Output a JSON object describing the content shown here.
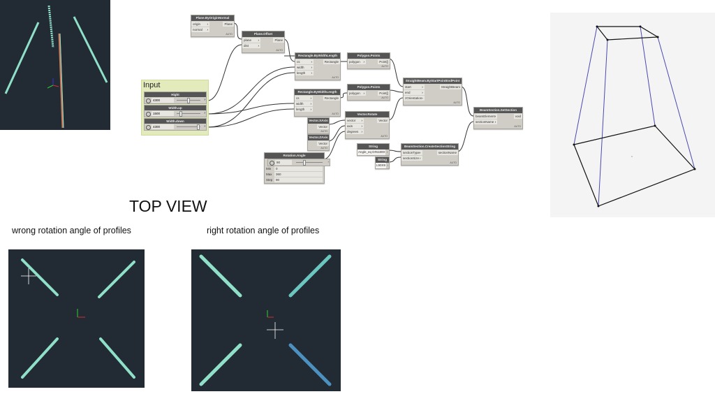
{
  "input_group": {
    "title": "Input"
  },
  "sliders": [
    {
      "name": "Hight",
      "value": "4300",
      "fraction": 0.45
    },
    {
      "name": "Width.up",
      "value": "1500",
      "fraction": 0.12
    },
    {
      "name": "Width.down",
      "value": "4300",
      "fraction": 0.85
    }
  ],
  "rotation": {
    "title": "Rotation.Angle",
    "value": "90",
    "min_label": "Min",
    "min": "0",
    "max_label": "Max",
    "max": "360",
    "step_label": "Step",
    "step": "90",
    "fraction": 0.25
  },
  "nodes": [
    {
      "id": "plane_origin",
      "title": "Plane.ByOriginNormal",
      "inputs": [
        "origin",
        "normal"
      ],
      "outputs": [
        "Plane"
      ],
      "footer": "AUTO"
    },
    {
      "id": "plane_offset",
      "title": "Plane.Offset",
      "inputs": [
        "plane",
        "dist"
      ],
      "outputs": [
        "Plane"
      ],
      "footer": "AUTO"
    },
    {
      "id": "rect1",
      "title": "Rectangle.ByWidthLength",
      "inputs": [
        "cs",
        "width",
        "length"
      ],
      "outputs": [
        "Rectangle"
      ],
      "footer": "AUTO"
    },
    {
      "id": "rect2",
      "title": "Rectangle.ByWidthLength",
      "inputs": [
        "cs",
        "width",
        "length"
      ],
      "outputs": [
        "Rectangle"
      ],
      "footer": "AUTO"
    },
    {
      "id": "poly1",
      "title": "Polygon.Points",
      "inputs": [
        "polygon"
      ],
      "outputs": [
        "Point[]"
      ],
      "footer": "AUTO"
    },
    {
      "id": "poly2",
      "title": "Polygon.Points",
      "inputs": [
        "polygon"
      ],
      "outputs": [
        "Point[]"
      ],
      "footer": "AUTO"
    },
    {
      "id": "beam",
      "title": "StraightBeam.ByStartPointEndPoint",
      "inputs": [
        "start",
        "end",
        "zOrientation"
      ],
      "outputs": [
        "StraightBeam"
      ],
      "footer": "AUTO"
    },
    {
      "id": "setsection",
      "title": "BeamSection.SetSection",
      "inputs": [
        "beamElement",
        "sectionName"
      ],
      "outputs": [
        "void"
      ],
      "footer": "AUTO"
    },
    {
      "id": "xaxis",
      "title": "Vector.XAxis",
      "inputs": [],
      "outputs": [
        "Vector"
      ],
      "footer": "AUTO"
    },
    {
      "id": "zaxis",
      "title": "Vector.ZAxis",
      "inputs": [],
      "outputs": [
        "Vector"
      ],
      "footer": "AUTO"
    },
    {
      "id": "rotate",
      "title": "Vector.Rotate",
      "inputs": [
        "vector",
        "axis",
        "degrees"
      ],
      "outputs": [
        "Vector"
      ],
      "footer": "AUTO"
    },
    {
      "id": "createsection",
      "title": "BeamSection.CreateSectionString",
      "inputs": [
        "sectionType",
        "sectionSize"
      ],
      "outputs": [
        "sectionName"
      ],
      "footer": "AUTO"
    }
  ],
  "strings": [
    {
      "title": "String",
      "value": "Angle_eq DIN1800-1"
    },
    {
      "title": "String",
      "value": "L90X9"
    }
  ],
  "labels": {
    "top_view": "TOP VIEW",
    "wrong": "wrong rotation angle of profiles",
    "right": "right rotation angle of profiles"
  },
  "colors": {
    "canvas_bg": "#222a33",
    "node_header": "#555555",
    "group_bg": "#e3ebbd",
    "beam": "#7fd6c0",
    "wire": "#333333",
    "frame_blue": "#4a4ab0"
  }
}
